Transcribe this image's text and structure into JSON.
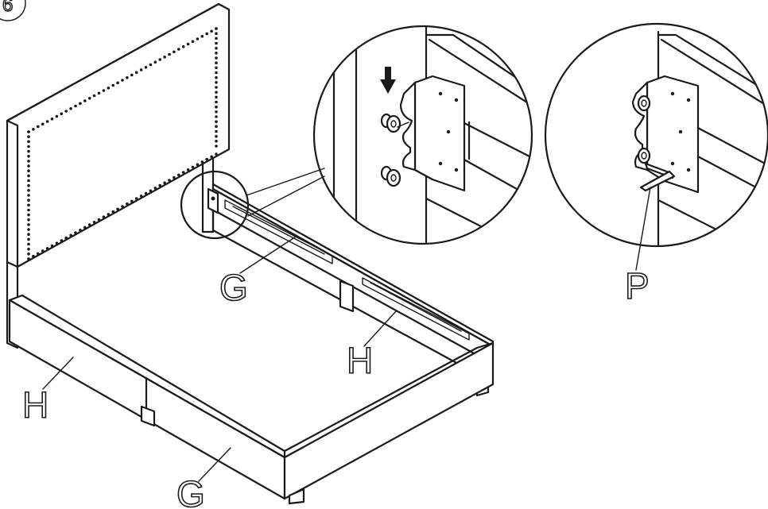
{
  "step_number": "6",
  "labels": {
    "side_rail_upper": "G",
    "center_rail_upper": "H",
    "left_rail_lower": "H",
    "front_rail_lower": "G",
    "hex_key": "P"
  },
  "icons": {
    "down_arrow": "down-arrow-icon",
    "hex_key": "allen-key-icon"
  },
  "colors": {
    "line": "#1a1a1a",
    "background": "#ffffff"
  }
}
